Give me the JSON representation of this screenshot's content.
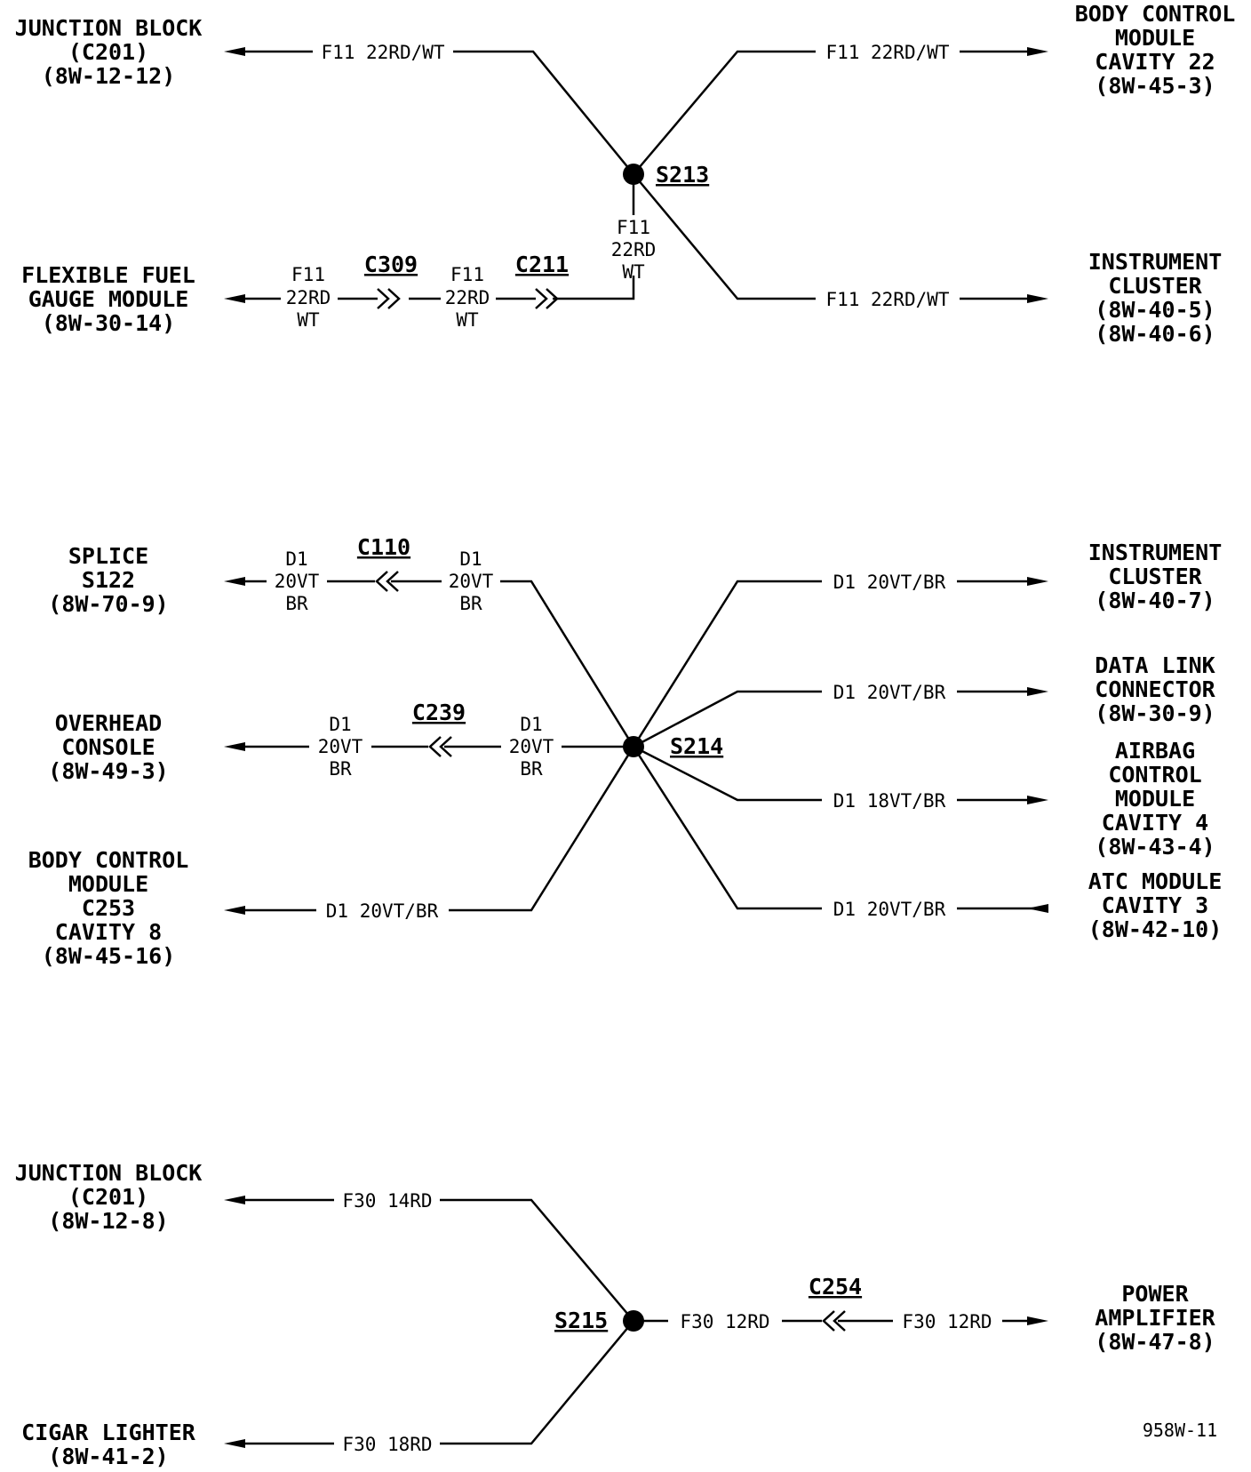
{
  "figure_id": "958W-11",
  "splices": {
    "s213": "S213",
    "s214": "S214",
    "s215": "S215"
  },
  "connectors": {
    "c309": "C309",
    "c211": "C211",
    "c110": "C110",
    "c239": "C239",
    "c254": "C254"
  },
  "components": {
    "jb_c201_a": [
      "JUNCTION BLOCK",
      "(C201)",
      "(8W-12-12)"
    ],
    "bcm_cav22": [
      "BODY CONTROL",
      "MODULE",
      "CAVITY 22",
      "(8W-45-3)"
    ],
    "ffgm": [
      "FLEXIBLE FUEL",
      "GAUGE MODULE",
      "(8W-30-14)"
    ],
    "ic_a": [
      "INSTRUMENT",
      "CLUSTER",
      "(8W-40-5)",
      "(8W-40-6)"
    ],
    "splice_s122": [
      "SPLICE",
      "S122",
      "(8W-70-9)"
    ],
    "ic_b": [
      "INSTRUMENT",
      "CLUSTER",
      "(8W-40-7)"
    ],
    "dlc": [
      "DATA LINK",
      "CONNECTOR",
      "(8W-30-9)"
    ],
    "overhead": [
      "OVERHEAD",
      "CONSOLE",
      "(8W-49-3)"
    ],
    "airbag": [
      "AIRBAG",
      "CONTROL",
      "MODULE",
      "CAVITY 4",
      "(8W-43-4)"
    ],
    "bcm_c253": [
      "BODY CONTROL",
      "MODULE",
      "C253",
      "CAVITY 8",
      "(8W-45-16)"
    ],
    "atc": [
      "ATC MODULE",
      "CAVITY 3",
      "(8W-42-10)"
    ],
    "jb_c201_b": [
      "JUNCTION BLOCK",
      "(C201)",
      "(8W-12-8)"
    ],
    "power_amp": [
      "POWER",
      "AMPLIFIER",
      "(8W-47-8)"
    ],
    "cigar": [
      "CIGAR LIGHTER",
      "(8W-41-2)"
    ]
  },
  "wires": {
    "f11_jb": "F11 22RD/WT",
    "f11_bcm": "F11 22RD/WT",
    "f11_ic": "F11 22RD/WT",
    "f11_vert": [
      "F11",
      "22RD",
      "WT"
    ],
    "f11_left1": [
      "F11",
      "22RD",
      "WT"
    ],
    "f11_left2": [
      "F11",
      "22RD",
      "WT"
    ],
    "d1_s122_a": [
      "D1",
      "20VT",
      "BR"
    ],
    "d1_s122_b": [
      "D1",
      "20VT",
      "BR"
    ],
    "d1_ic": "D1 20VT/BR",
    "d1_dlc": "D1 20VT/BR",
    "d1_oh_a": [
      "D1",
      "20VT",
      "BR"
    ],
    "d1_oh_b": [
      "D1",
      "20VT",
      "BR"
    ],
    "d1_airbag": "D1 18VT/BR",
    "d1_bcm": "D1 20VT/BR",
    "d1_atc": "D1 20VT/BR",
    "f30_jb": "F30 14RD",
    "f30_s215": "F30 12RD",
    "f30_amp": "F30 12RD",
    "f30_cigar": "F30 18RD"
  }
}
